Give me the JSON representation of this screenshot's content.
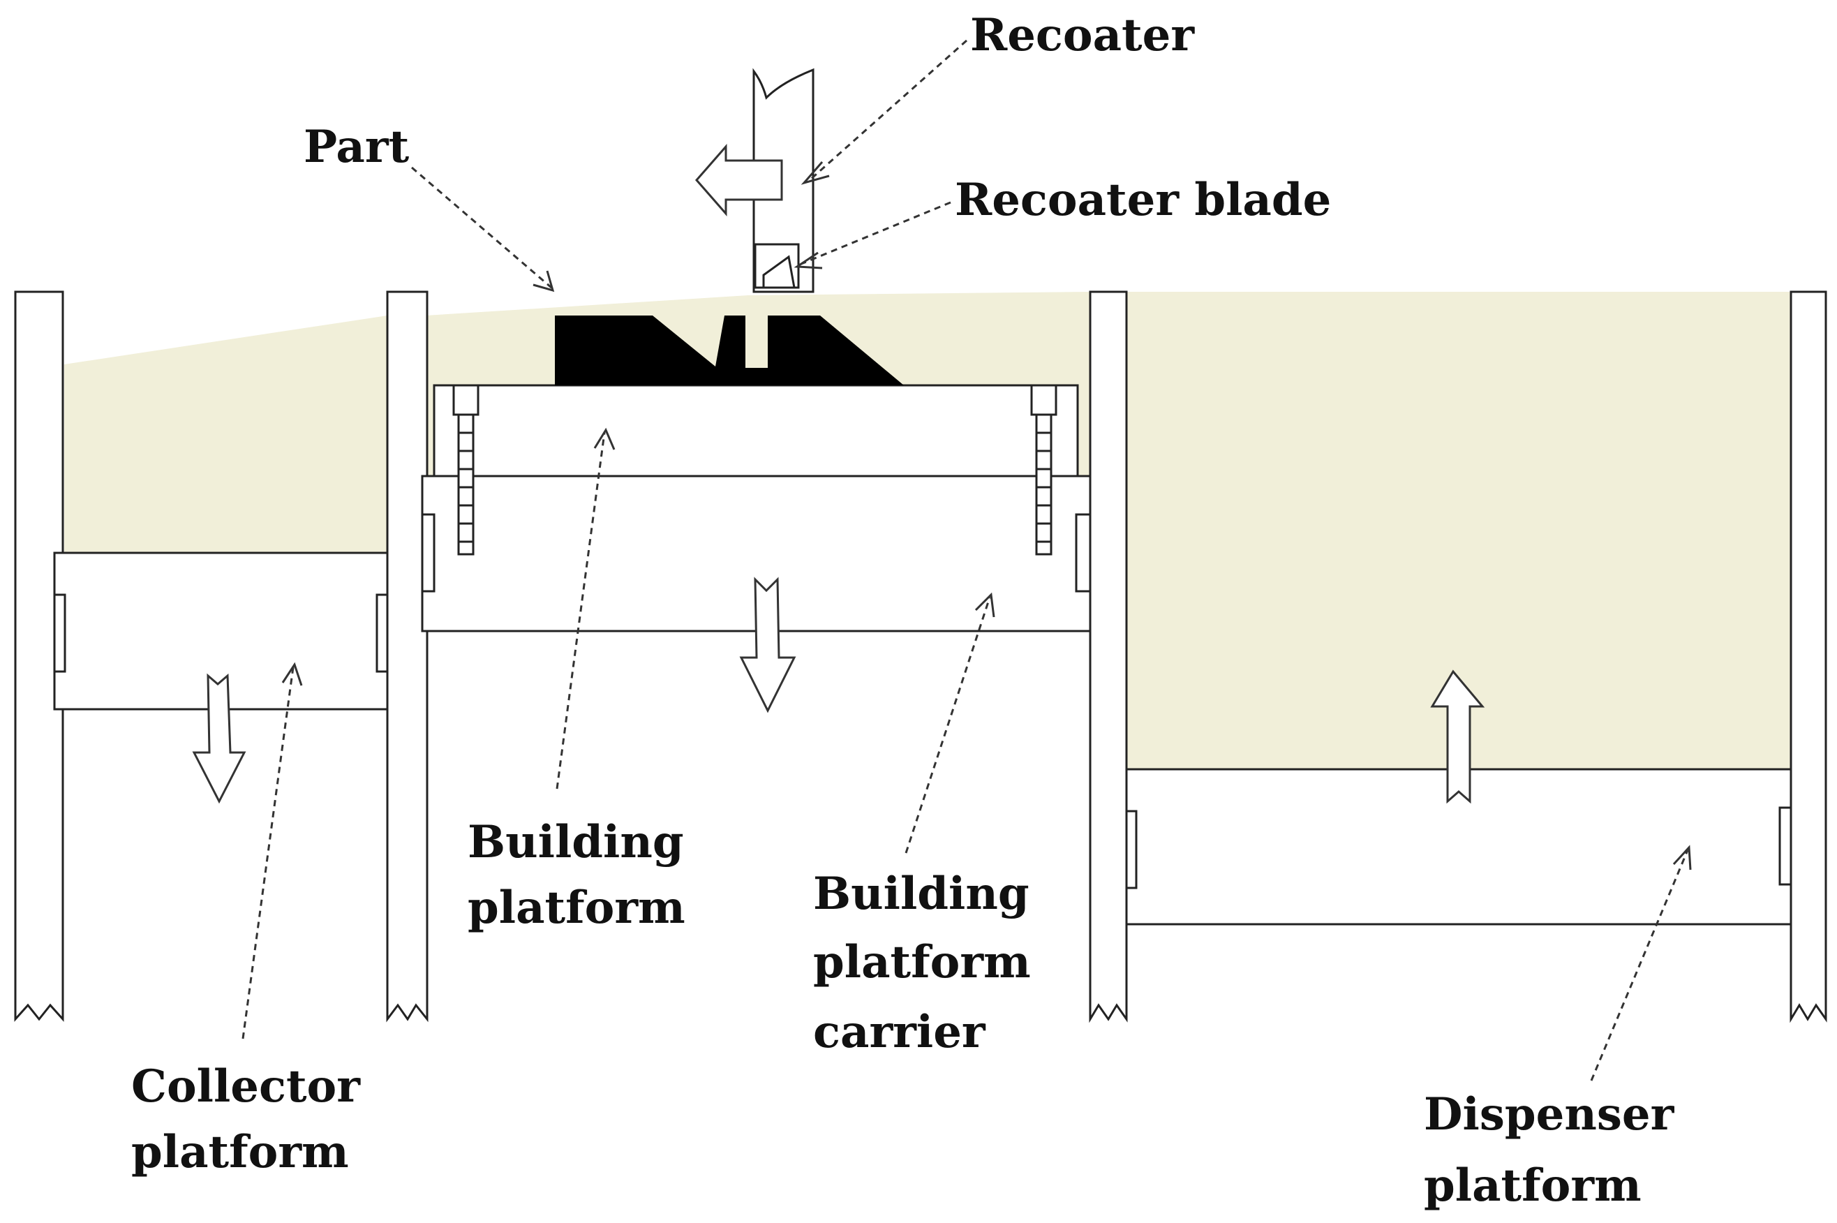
{
  "labels": {
    "recoater": "Recoater",
    "part": "Part",
    "recoater_blade": "Recoater blade",
    "building_platform_line1": "Building",
    "building_platform_line2": "platform",
    "building_platform_carrier_line1": "Building",
    "building_platform_carrier_line2": "platform",
    "building_platform_carrier_line3": "carrier",
    "collector_platform_line1": "Collector",
    "collector_platform_line2": "platform",
    "dispenser_platform_line1": "Dispenser",
    "dispenser_platform_line2": "platform"
  },
  "colors": {
    "powder": "#f1efd9",
    "part": "#000000",
    "outline": "#222222"
  }
}
